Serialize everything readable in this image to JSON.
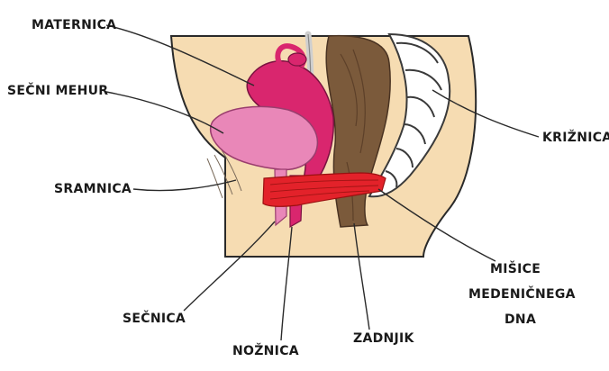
{
  "labels": {
    "materinca": "MATERNICA",
    "secni_mehur": "SEČNI MEHUR",
    "sramnica": "SRAMNICA",
    "secnica": "SEČNICA",
    "noznica": "NOŽNICA",
    "zadnjik": "ZADNJIK",
    "misice_line1": "MIŠICE",
    "misice_line2": "MEDENIČNEGA",
    "misice_line3": "DNA",
    "kriznica": "KRIŽNICA"
  },
  "colors": {
    "skin": "#f6dcb2",
    "uterus": "#d9266e",
    "bladder": "#e987b8",
    "pelvic_floor": "#e3222a",
    "rectum": "#7b5a3b",
    "bone": "#ffffff",
    "outline": "#2a2a2a"
  }
}
